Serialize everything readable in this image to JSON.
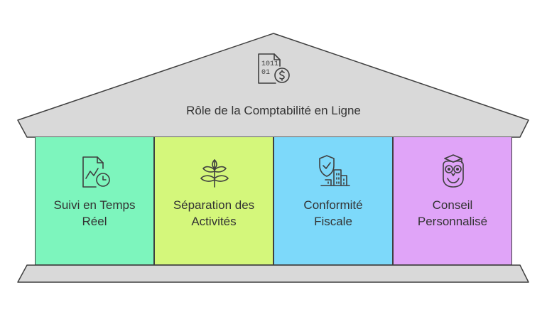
{
  "title": "Rôle de la Comptabilité en Ligne",
  "title_icon": "document-binary-dollar-icon",
  "pillars": [
    {
      "lines": [
        "Suivi en Temps",
        "Réel"
      ],
      "icon": "chart-clock-icon",
      "color": "#7df5bd"
    },
    {
      "lines": [
        "Séparation des",
        "Activités"
      ],
      "icon": "leaf-branch-icon",
      "color": "#d4f77b"
    },
    {
      "lines": [
        "Conformité",
        "Fiscale"
      ],
      "icon": "shield-building-icon",
      "color": "#7dd9fa"
    },
    {
      "lines": [
        "Conseil",
        "Personnalisé"
      ],
      "icon": "owl-graduate-icon",
      "color": "#e0a4f8"
    }
  ],
  "colors": {
    "roof": "#d9d9d9",
    "base": "#d9d9d9",
    "stroke": "#3f3f3f",
    "text": "#333333"
  }
}
